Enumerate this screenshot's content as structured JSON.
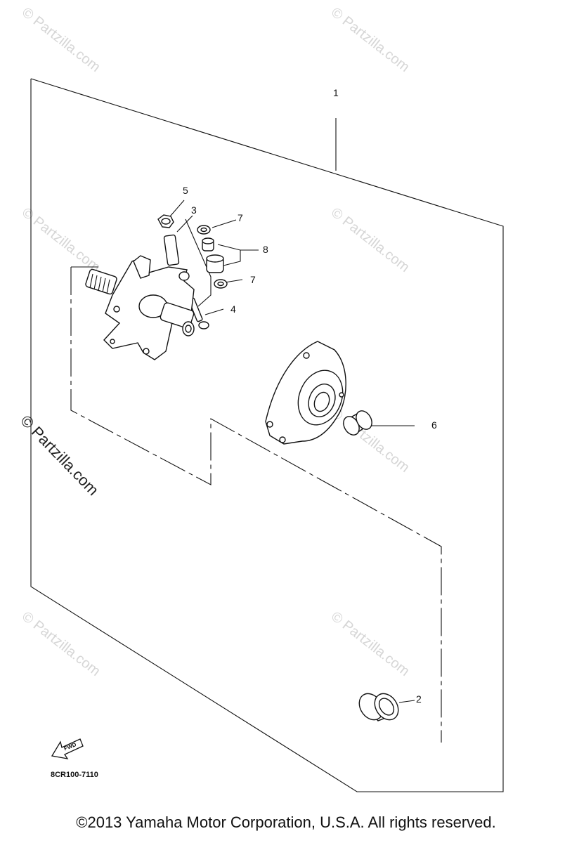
{
  "callouts": {
    "c1": "1",
    "c2": "2",
    "c3": "3",
    "c4": "4",
    "c5": "5",
    "c6": "6",
    "c7a": "7",
    "c7b": "7",
    "c8": "8"
  },
  "direction_badge": "FWD",
  "part_code": "8CR100-7110",
  "watermarks": {
    "small": "© Partzilla.com",
    "large": "© Partzilla.com"
  },
  "copyright": "©2013 Yamaha Motor Corporation, U.S.A. All rights reserved."
}
